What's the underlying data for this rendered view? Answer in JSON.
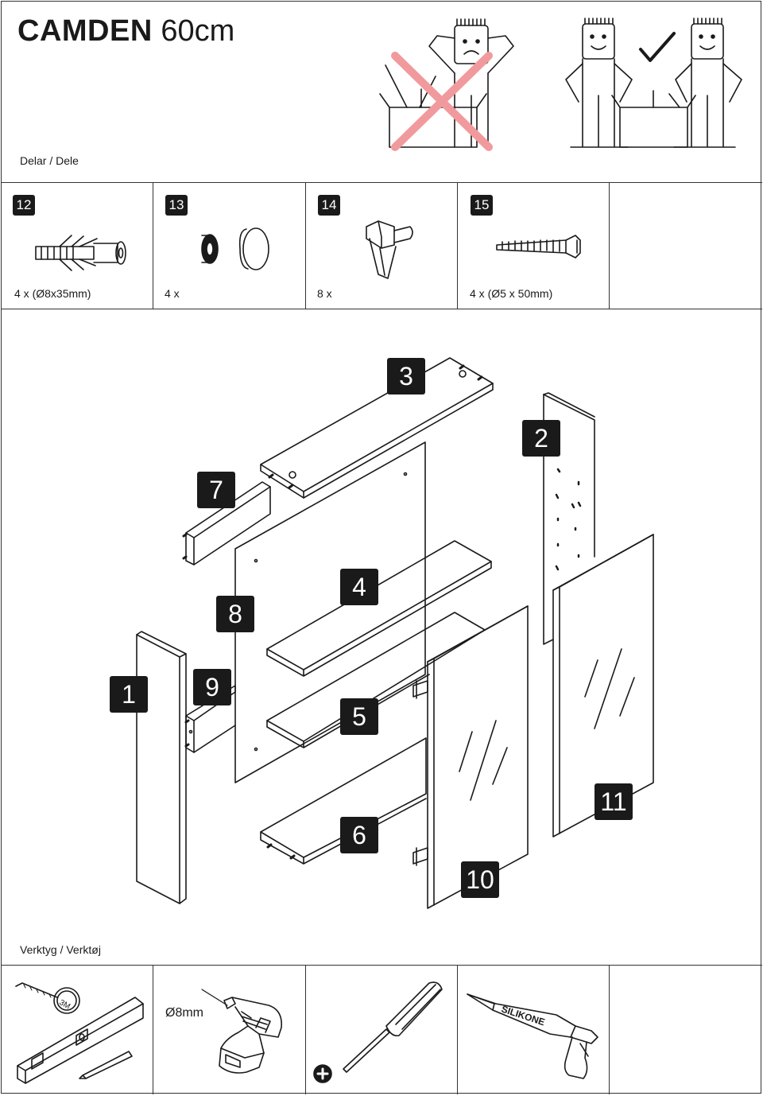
{
  "header": {
    "title_bold": "CAMDEN",
    "title_size": "60cm",
    "parts_label": "Delar / Dele"
  },
  "hardware": [
    {
      "number": "12",
      "qty": "4 x (Ø8x35mm)",
      "icon": "wall-plug-icon"
    },
    {
      "number": "13",
      "qty": "4 x",
      "icon": "cover-cap-icon"
    },
    {
      "number": "14",
      "qty": "8 x",
      "icon": "hinge-icon"
    },
    {
      "number": "15",
      "qty": "4 x (Ø5 x 50mm)",
      "icon": "screw-icon"
    }
  ],
  "parts": {
    "p1": "1",
    "p2": "2",
    "p3": "3",
    "p4": "4",
    "p5": "5",
    "p6": "6",
    "p7": "7",
    "p8": "8",
    "p9": "9",
    "p10": "10",
    "p11": "11"
  },
  "tools": {
    "label": "Verktyg / Verktøj",
    "drill_size": "Ø8mm",
    "tape_label": "3M",
    "silicone_label": "SILIKONE",
    "items": [
      "tape-measure-icon",
      "spirit-level-icon",
      "pencil-icon",
      "drill-icon",
      "screwdriver-icon",
      "silicone-gun-icon"
    ]
  },
  "warnings": {
    "wrong": "one-person-assembly-crossed-icon",
    "right": "two-person-assembly-check-icon"
  }
}
